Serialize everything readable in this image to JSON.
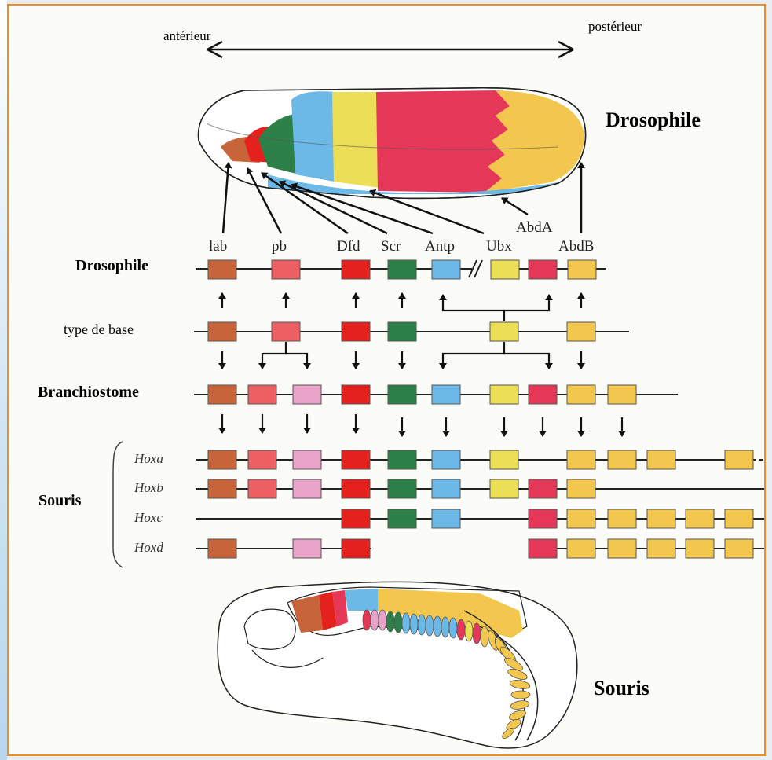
{
  "axis": {
    "anterior": "antérieur",
    "posterior": "postérieur"
  },
  "species": {
    "drosophila_top": "Drosophile",
    "mouse_bottom": "Souris"
  },
  "rows": {
    "drosophila": "Drosophile",
    "ancestral": "type de base",
    "amphioxus": "Branchiostome",
    "mouse": "Souris"
  },
  "genes": [
    "lab",
    "pb",
    "Dfd",
    "Scr",
    "Antp",
    "Ubx",
    "AbdA",
    "AbdB"
  ],
  "mouse_clusters": [
    "Hoxa",
    "Hoxb",
    "Hoxc",
    "Hoxd"
  ],
  "colors": {
    "lab": "#c8643a",
    "pb": "#ec5f62",
    "pb_pink": "#e9a3c9",
    "Dfd": "#e5211e",
    "Scr": "#2d8148",
    "Antp": "#6cb8e6",
    "Ubx": "#ecdf55",
    "AbdA": "#e53757",
    "AbdB": "#f3c64d",
    "frame": "#f28c28"
  }
}
